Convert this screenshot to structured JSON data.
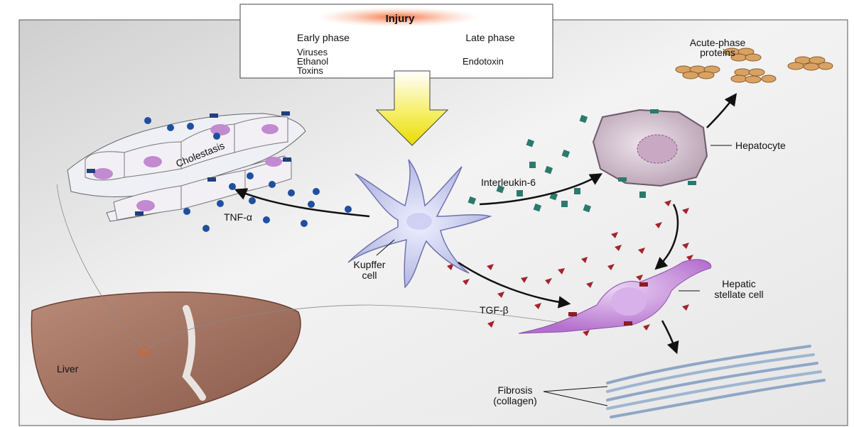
{
  "injury": {
    "title": "Injury",
    "early_phase": "Early phase",
    "late_phase": "Late phase",
    "early_causes": [
      "Viruses",
      "Ethanol",
      "Toxins"
    ],
    "late_causes": [
      "Endotoxin"
    ]
  },
  "labels": {
    "acute_phase_proteins": [
      "Acute-phase",
      "proteins"
    ],
    "hepatocyte": "Hepatocyte",
    "cholestasis": "Cholestasis",
    "interleukin": "Interleukin-6",
    "tnf": "TNF-α",
    "kupffer": [
      "Kupffer",
      "cell"
    ],
    "tgf": "TGF-β",
    "stellate": [
      "Hepatic",
      "stellate cell"
    ],
    "fibrosis": [
      "Fibrosis",
      "(collagen)"
    ],
    "liver": "Liver"
  },
  "colors": {
    "tnf_particle": "#1f4f9e",
    "il6_particle": "#2a7a6e",
    "tgf_particle": "#a3242a",
    "kupffer_cell": "#b9bce6",
    "stellate_cell": "#c38ad8",
    "hepatocyte": "#cbb7c6",
    "liver": "#9a6b5c",
    "arrow_yellow": "#f2ea22"
  }
}
